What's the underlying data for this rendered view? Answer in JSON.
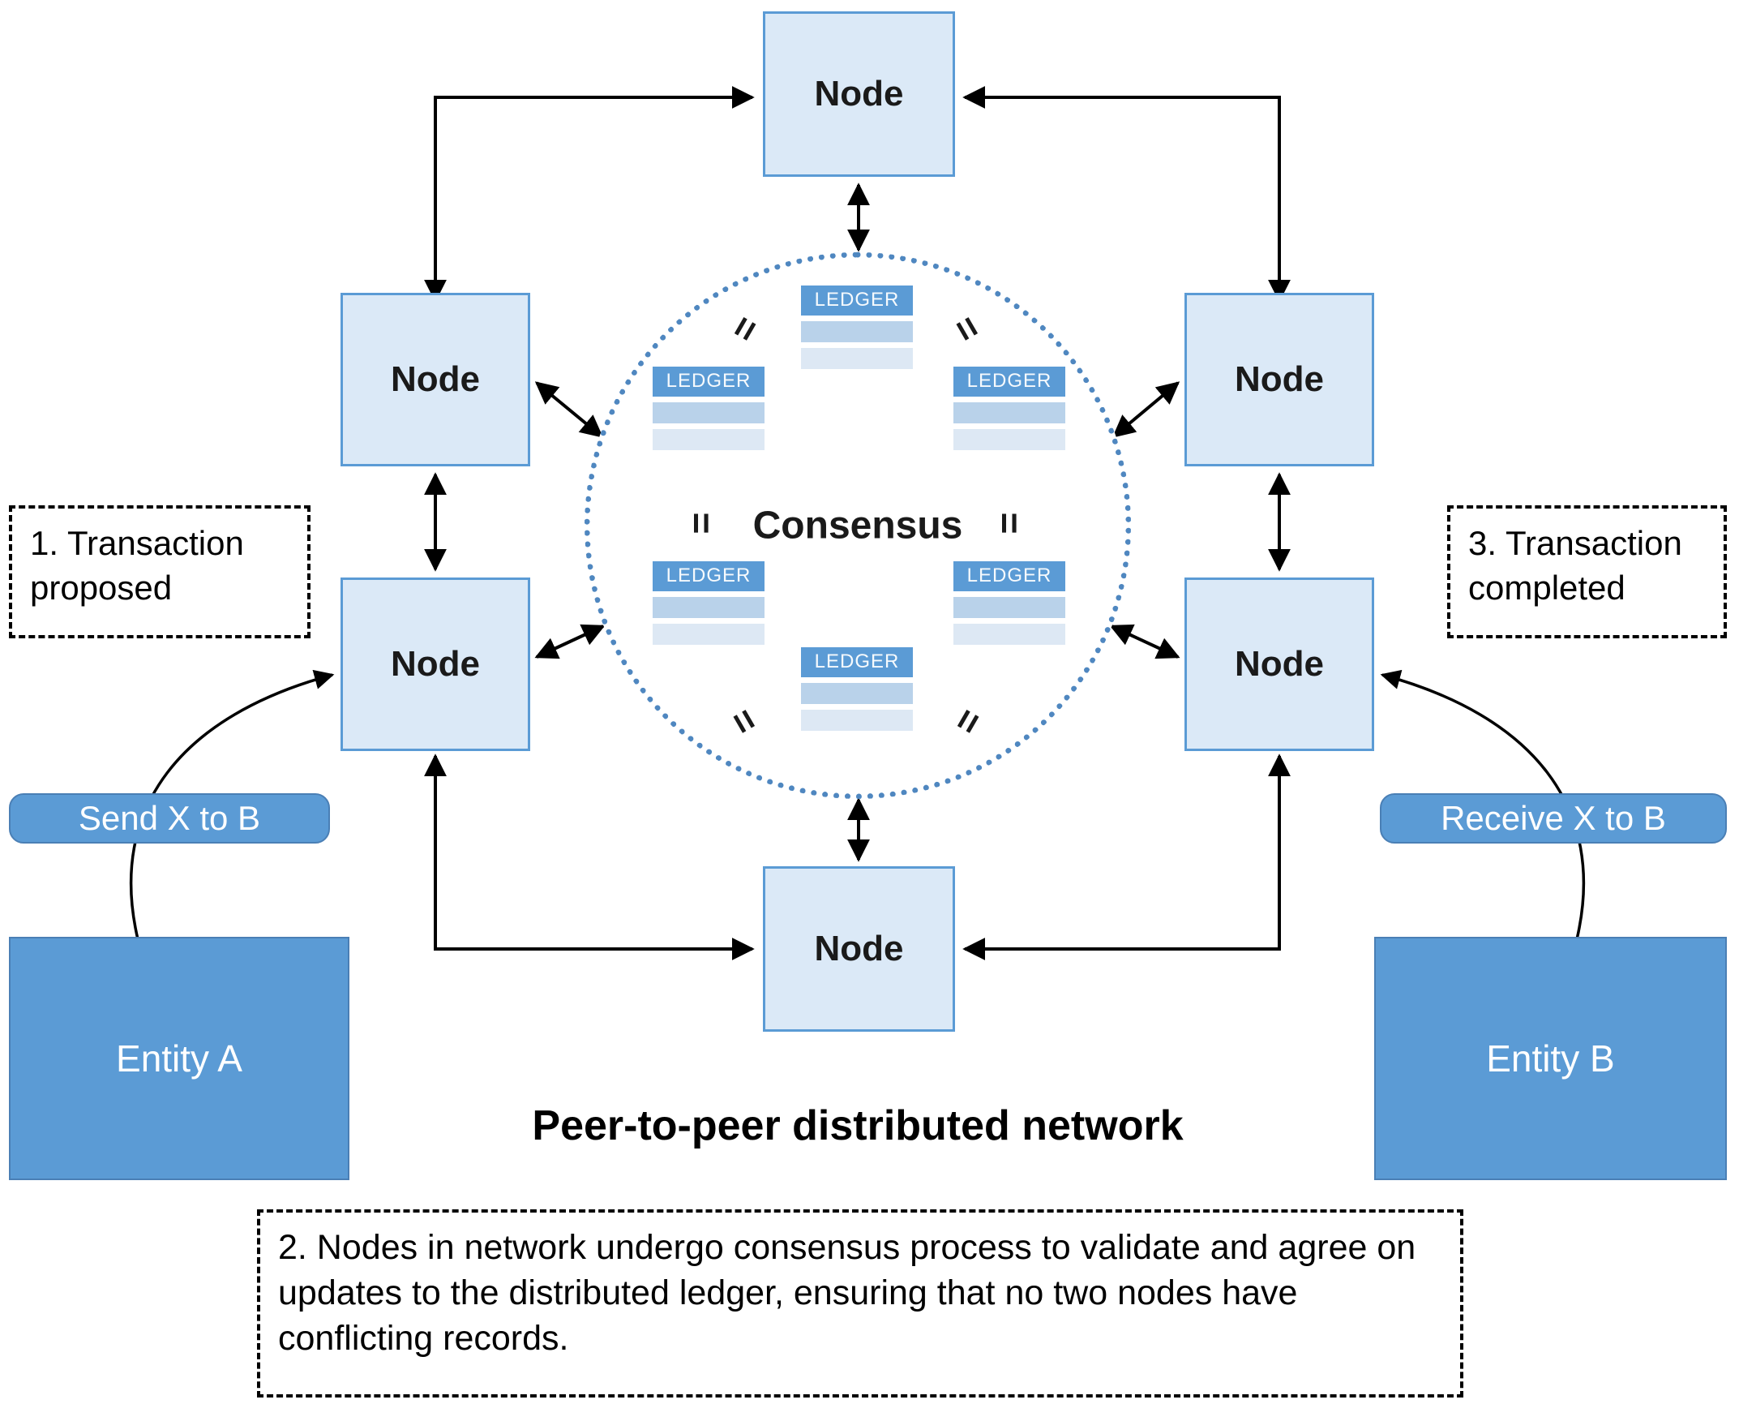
{
  "diagram_title": "Peer-to-peer distributed network",
  "node_label": "Node",
  "consensus": {
    "label": "Consensus",
    "ledger_label": "LEDGER",
    "equals_sign": "="
  },
  "steps": {
    "step1": "1. Transaction proposed",
    "step2": "2. Nodes in network undergo consensus process to validate and agree on updates to the distributed ledger, ensuring that no two nodes have conflicting records.",
    "step3": "3. Transaction completed"
  },
  "entity_a": {
    "label": "Entity A",
    "action": "Send X to B"
  },
  "entity_b": {
    "label": "Entity B",
    "action": "Receive X to B"
  },
  "colors": {
    "node_fill": "#dbe9f7",
    "node_border": "#5b9bd5",
    "entity_fill": "#5b9bd5",
    "ledger_header": "#5b9bd5",
    "ledger_row_dark": "#b9d2ea",
    "ledger_row_light": "#dde8f4",
    "dotted_circle": "#4f87c0",
    "arrow": "#000000"
  }
}
